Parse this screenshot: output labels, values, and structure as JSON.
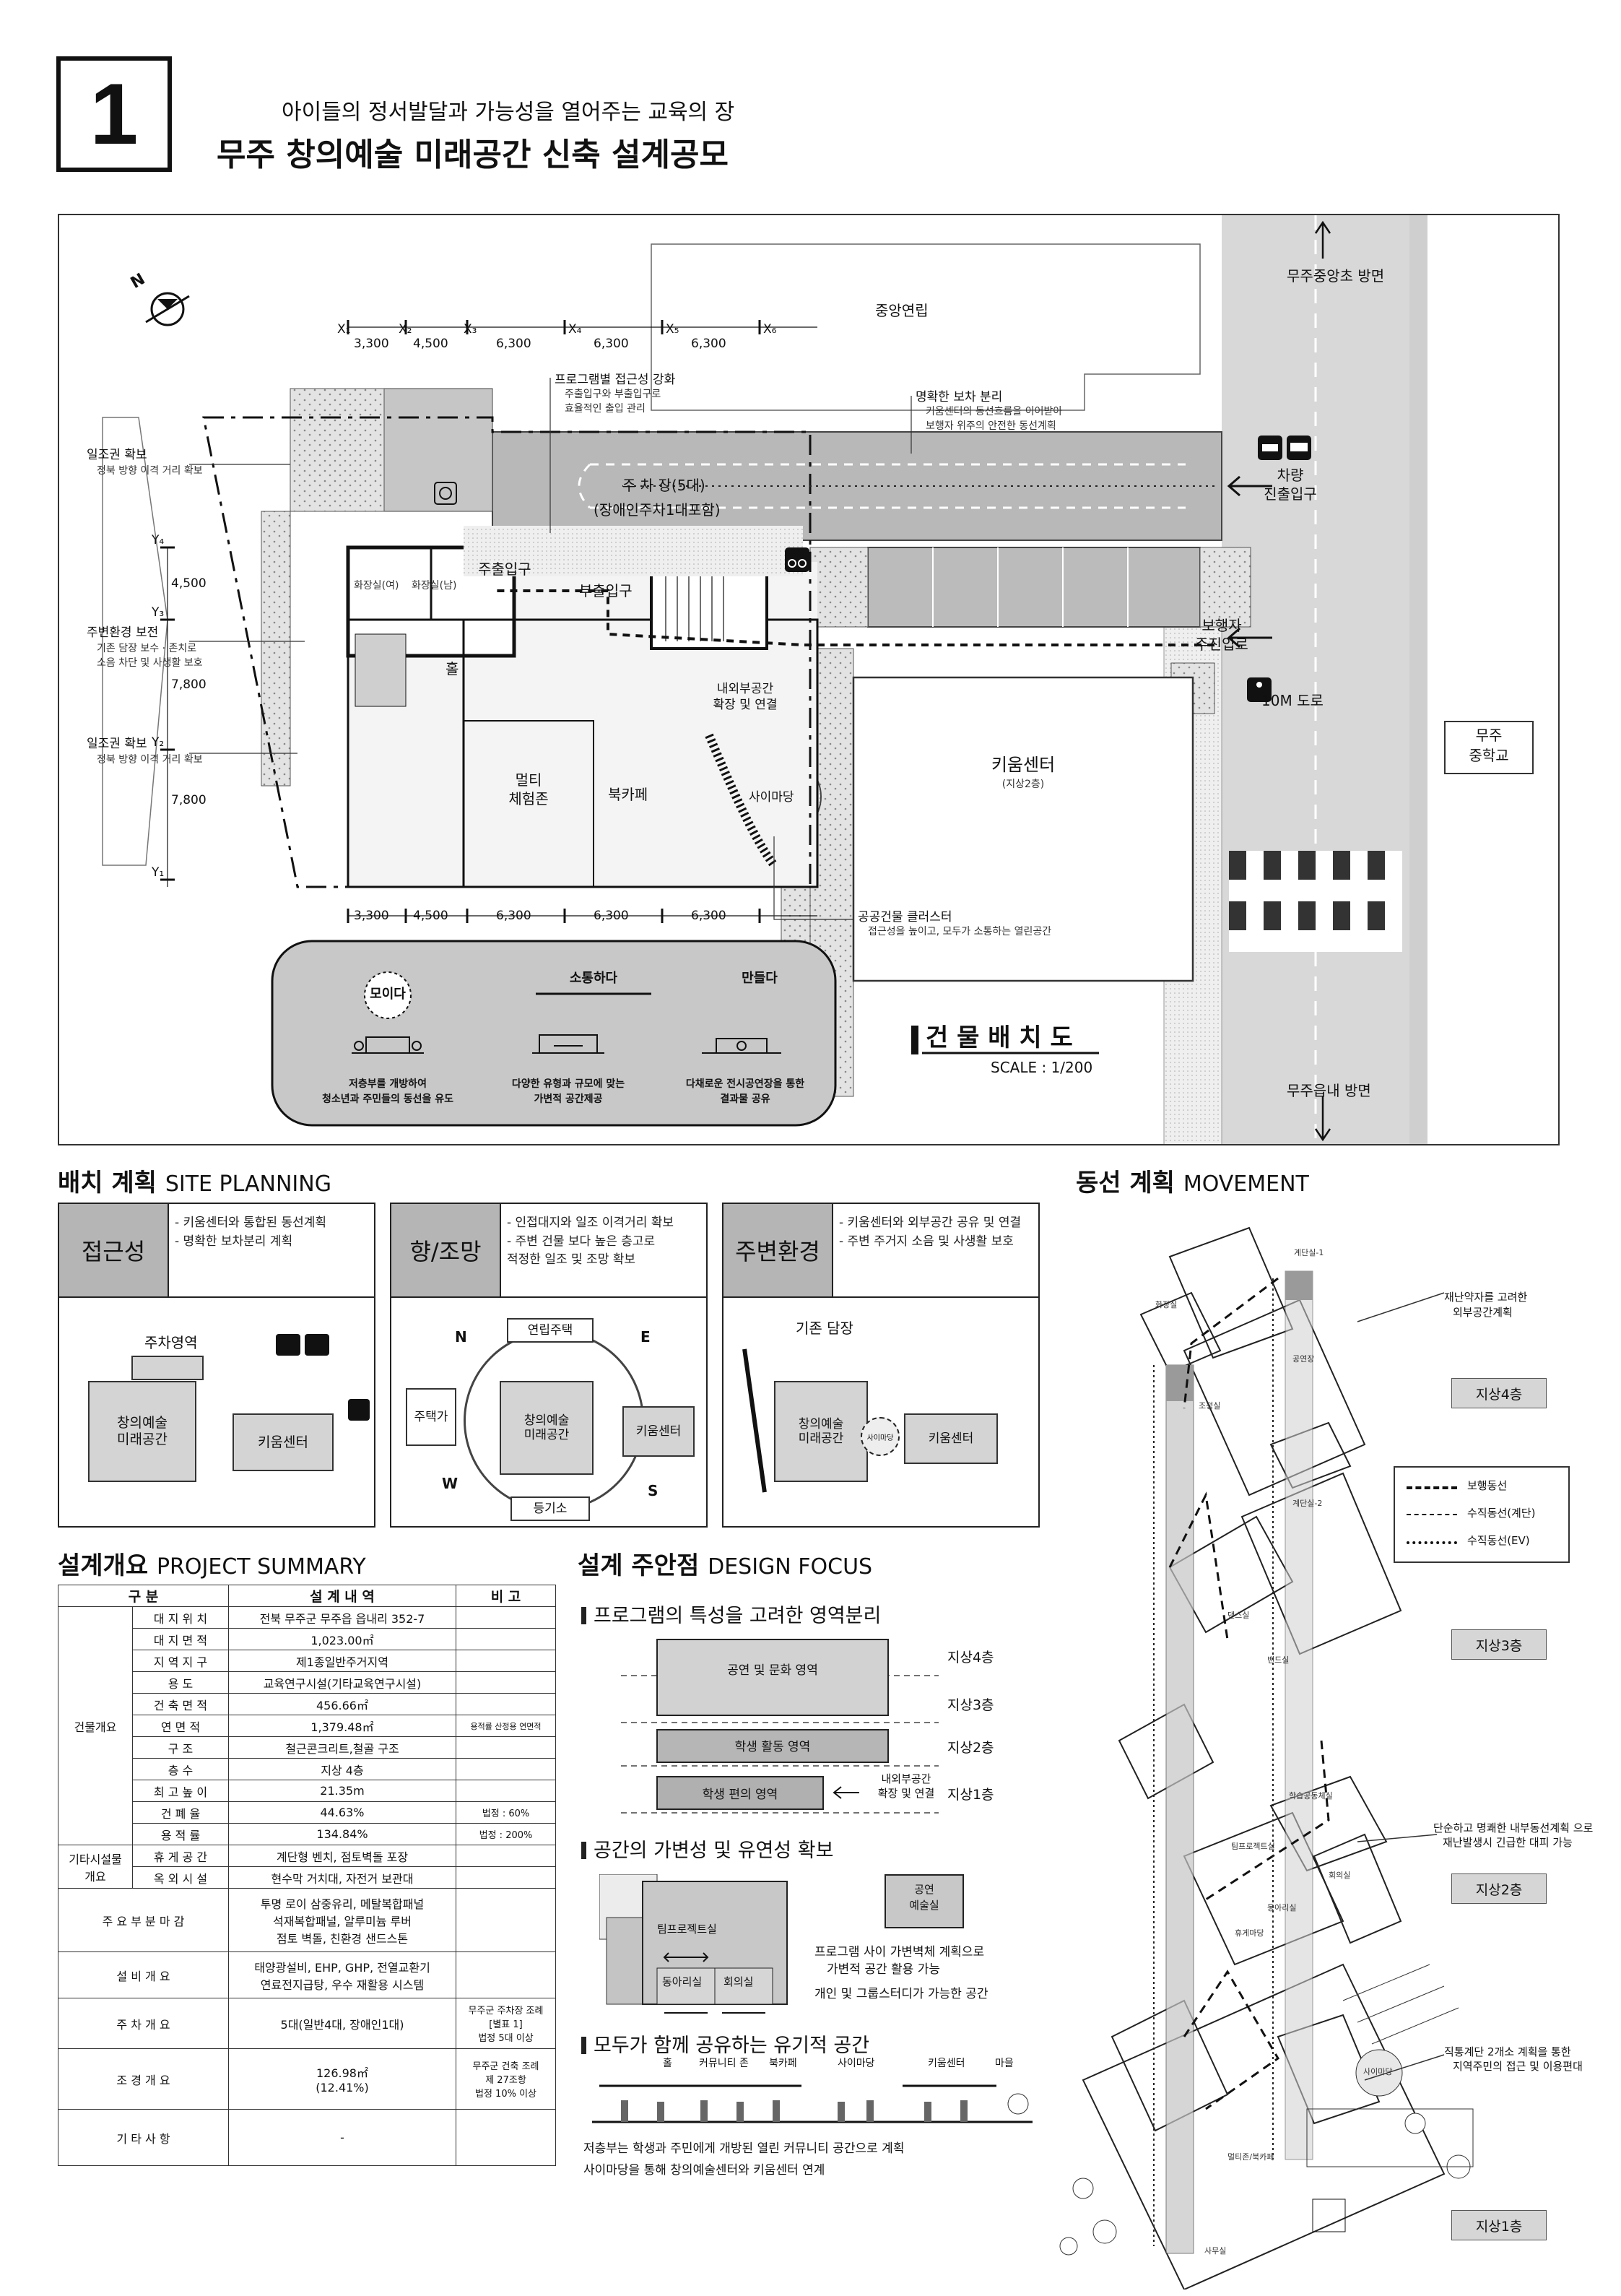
{
  "header": {
    "number": "1",
    "subtitle": "아이들의 정서발달과 가능성을 열어주는 교육의 장",
    "title": "무주 창의예술 미래공간 신축 설계공모"
  },
  "site_plan": {
    "grid_top": [
      "X₁",
      "X₂",
      "X₃",
      "X₄",
      "X₅",
      "X₆"
    ],
    "dims_top": [
      "3,300",
      "4,500",
      "6,300",
      "6,300",
      "6,300"
    ],
    "dims_bottom": [
      "3,300",
      "4,500",
      "6,300",
      "6,300",
      "6,300"
    ],
    "grid_left": [
      "Y₄",
      "Y₃",
      "Y₂",
      "Y₁"
    ],
    "dims_left": [
      "4,500",
      "7,800",
      "7,800"
    ],
    "apartment": "중앙연립",
    "road_north": "무주중앙초 방면",
    "road_south": "무주읍내 방면",
    "road_name": "10M 도로",
    "school": [
      "무주",
      "중학교"
    ],
    "kium": "키움센터",
    "kium_sub": "(지상2층)",
    "parking": "주 차 장(5대)",
    "parking_sub": "(장애인주차1대포함)",
    "car_entry": [
      "차량",
      "진출입구"
    ],
    "ped_entry": [
      "보행자",
      "주진입로"
    ],
    "main_entry": "주출입구",
    "sub_entry": "부출입구",
    "rooms": {
      "wc_f": "화장실(여)",
      "wc_m": "화장실(남)",
      "hall": "홀",
      "multi": [
        "멀티",
        "체험존"
      ],
      "bookcafe": "북카페",
      "saimadang": "사이마당",
      "connect": [
        "내외부공간",
        "확장 및 연결"
      ]
    },
    "notes": {
      "program": {
        "title": "프로그램별 접근성 강화",
        "body": [
          "주출입구와 부출입구로",
          "효율적인 출입 관리"
        ]
      },
      "walk": {
        "title": "명확한 보차 분리",
        "body": [
          "키움센터의 동선흐름을 이어받아",
          "보행자 위주의 안전한 동선계획"
        ]
      },
      "sun1": {
        "title": "일조권 확보",
        "body": [
          "정북 방향 이격 거리 확보"
        ]
      },
      "env": {
        "title": "주변환경 보전",
        "body": [
          "기존 담장 보수 · 존치로",
          "소음 차단 및 사생활 보호"
        ]
      },
      "sun2": {
        "title": "일조권 확보",
        "body": [
          "정북 방향 이격 거리 확보"
        ]
      },
      "cluster": {
        "title": "공공건물 클러스터",
        "body": [
          "접근성을 높이고, 모두가 소통하는 열린공간"
        ]
      }
    },
    "concept": [
      {
        "verb": "모이다",
        "desc": [
          "저층부를 개방하여",
          "청소년과 주민들의 동선을 유도"
        ]
      },
      {
        "verb": "소통하다",
        "desc": [
          "다양한 유형과 규모에 맞는",
          "가변적 공간제공"
        ]
      },
      {
        "verb": "만들다",
        "desc": [
          "다채로운 전시공연장을 통한",
          "결과물 공유"
        ]
      }
    ],
    "drawing_title": "건 물 배 치 도",
    "scale": "SCALE : 1/200",
    "compass": "N"
  },
  "site_planning": {
    "heading": "배치 계획",
    "heading_en": "SITE PLANNING",
    "panels": [
      {
        "tag": "접근성",
        "lines": [
          "- 키움센터와 통합된 동선계획",
          "- 명확한 보차분리 계획"
        ],
        "labels": {
          "parking": "주차영역",
          "main": [
            "창의예술",
            "미래공간"
          ],
          "kium": "키움센터"
        }
      },
      {
        "tag": "향/조망",
        "lines": [
          "- 인접대지와 일조 이격거리 확보",
          "- 주변 건물 보다 높은 층고로",
          "  적정한 일조 및 조망 확보"
        ],
        "labels": {
          "top": "연립주택",
          "left": "주택가",
          "right": "키움센터",
          "bottom": "등기소",
          "main": [
            "창의예술",
            "미래공간"
          ]
        },
        "dirs": [
          "N",
          "E",
          "W",
          "S"
        ]
      },
      {
        "tag": "주변환경",
        "lines": [
          "- 키움센터와 외부공간 공유 및 연결",
          "- 주변 주거지 소음 및 사생활 보호"
        ],
        "labels": {
          "wall": "기존 담장",
          "main": [
            "창의예술",
            "미래공간"
          ],
          "kium": "키움센터",
          "court": "사이마당"
        }
      }
    ]
  },
  "movement": {
    "heading": "동선 계획",
    "heading_en": "MOVEMENT",
    "floors": [
      "지상4층",
      "지상3층",
      "지상2층",
      "지상1층"
    ],
    "legend": [
      "보행동선",
      "수직동선(계단)",
      "수직동선(EV)"
    ],
    "notes": [
      [
        "재난약자를 고려한",
        "외부공간계획"
      ],
      [
        "단순하고 명쾌한 내부동선계획 으로",
        "재난발생시 긴급한 대피 가능"
      ],
      [
        "직통계단 2개소 계획을 통한",
        "지역주민의 접근 및 이용편대"
      ]
    ],
    "rooms": [
      "계단실-1",
      "화장실",
      "조정실",
      "공연장",
      "계단실-2",
      "댄스실",
      "밴드실",
      "학습공동체실",
      "팀프로젝트실",
      "회의실",
      "동아리실",
      "휴게마당",
      "멀티존/북카페",
      "사이마당",
      "사무실"
    ]
  },
  "summary": {
    "heading": "설계개요",
    "heading_en": "PROJECT SUMMARY",
    "headers": [
      "구 분",
      "설 계 내 역",
      "비 고"
    ],
    "group1": "건물개요",
    "group2": [
      "기타시설물",
      "개요"
    ],
    "rows1": [
      [
        "대 지 위 치",
        "전북 무주군 무주읍 읍내리 352-7",
        ""
      ],
      [
        "대 지 면 적",
        "1,023.00㎡",
        ""
      ],
      [
        "지 역 지 구",
        "제1종일반주거지역",
        ""
      ],
      [
        "용 도",
        "교육연구시설(기타교육연구시설)",
        ""
      ],
      [
        "건 축 면 적",
        "456.66㎡",
        ""
      ],
      [
        "연 면 적",
        "1,379.48㎡",
        "용적률 산정용 연면적"
      ],
      [
        "구 조",
        "철근콘크리트,철골 구조",
        ""
      ],
      [
        "층 수",
        "지상 4층",
        ""
      ],
      [
        "최 고 높 이",
        "21.35m",
        ""
      ],
      [
        "건 폐 율",
        "44.63%",
        "법정 : 60%"
      ],
      [
        "용 적 률",
        "134.84%",
        "법정 : 200%"
      ]
    ],
    "rows2": [
      [
        "휴 게 공 간",
        "계단형 벤치, 점토벽돌 포장",
        ""
      ],
      [
        "옥 외 시 설",
        "현수막 거치대, 자전거 보관대",
        ""
      ]
    ],
    "finish": {
      "label": "주 요 부 분 마 감",
      "value": [
        "투명 로이 삼중유리, 메탈복합패널",
        "석재복합패널, 알루미늄 루버",
        "점토 벽돌, 친환경 샌드스톤"
      ]
    },
    "equip": {
      "label": "설 비 개 요",
      "value": [
        "태양광설비, EHP, GHP, 전열교환기",
        "연료전지급탕, 우수 재활용 시스템"
      ]
    },
    "parking": {
      "label": "주 차 개 요",
      "value": "5대(일반4대, 장애인1대)",
      "note": [
        "무주군 주차장 조례",
        "[별표 1]",
        "법정 5대 이상"
      ]
    },
    "landscape": {
      "label": "조 경 개 요",
      "value": [
        "126.98㎡",
        "(12.41%)"
      ],
      "note": [
        "무주군 건축 조례",
        "제 27조항",
        "법정 10% 이상"
      ]
    },
    "etc": {
      "label": "기 타 사 항",
      "value": "-"
    }
  },
  "design_focus": {
    "heading": "설계 주안점",
    "heading_en": "DESIGN FOCUS",
    "sections": [
      {
        "title": "프로그램의 특성을 고려한 영역분리",
        "zones": [
          "공연 및 문화 영역",
          "학생 활동 영역",
          "학생 편의 영역"
        ],
        "floors": [
          "지상4층",
          "지상3층",
          "지상2층",
          "지상1층"
        ],
        "connect": [
          "내외부공간",
          "확장 및 연결"
        ]
      },
      {
        "title": "공간의 가변성 및 유연성 확보",
        "rooms": [
          "팀프로젝트실",
          "동아리실",
          "회의실"
        ],
        "perf": [
          "공연",
          "예술실"
        ],
        "notes": [
          "프로그램 사이 가변벽체 계획으로",
          "가변적 공간 활용 가능",
          "개인 및 그룹스터디가 가능한 공간"
        ]
      },
      {
        "title": "모두가 함께 공유하는 유기적 공간",
        "labels": [
          "홀",
          "커뮤니티 존",
          "북카페",
          "사이마당",
          "키움센터",
          "마을"
        ],
        "notes": [
          "저층부는 학생과 주민에게 개방된 열린 커뮤니티 공간으로 계획",
          "사이마당을 통해 창의예술센터와 키움센터 연계"
        ]
      }
    ]
  }
}
